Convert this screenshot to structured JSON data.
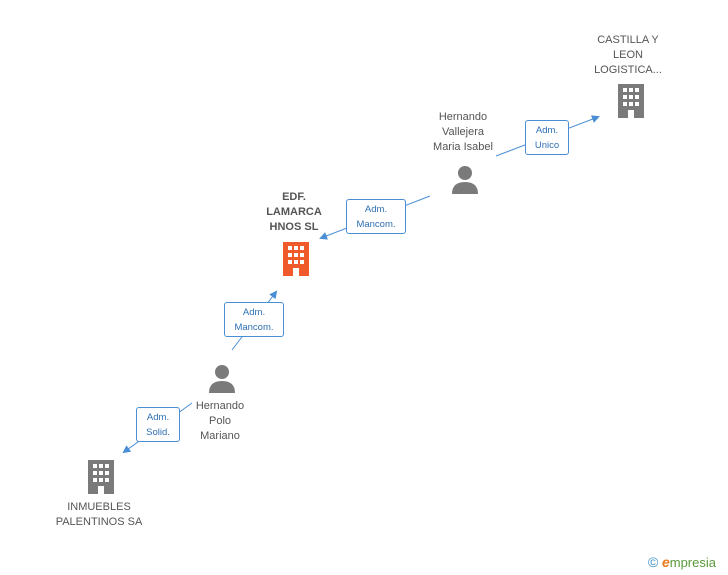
{
  "nodes": {
    "castilla": {
      "label": "CASTILLA Y\nLEON\nLOGISTICA...",
      "kind": "company"
    },
    "edf": {
      "label": "EDF.\nLAMARCA\nHNOS SL",
      "kind": "company-focus"
    },
    "inmuebles": {
      "label": "INMUEBLES\nPALENTINOS SA",
      "kind": "company"
    },
    "hernando_vallejera": {
      "label": "Hernando\nVallejera\nMaria Isabel",
      "kind": "person"
    },
    "hernando_polo": {
      "label": "Hernando\nPolo\nMariano",
      "kind": "person"
    }
  },
  "relations": {
    "r1": {
      "line1": "Adm.",
      "line2": "Unico"
    },
    "r2": {
      "line1": "Adm.",
      "line2": "Mancom."
    },
    "r3": {
      "line1": "Adm.",
      "line2": "Mancom."
    },
    "r4": {
      "line1": "Adm.",
      "line2": "Solid."
    }
  },
  "colors": {
    "company": "#7a7a7a",
    "focus": "#f0592a",
    "person": "#7a7a7a",
    "edge": "#4a8fd6"
  },
  "footer": {
    "copyright_symbol": "©",
    "brand_initial": "e",
    "brand_rest": "mpresia"
  }
}
